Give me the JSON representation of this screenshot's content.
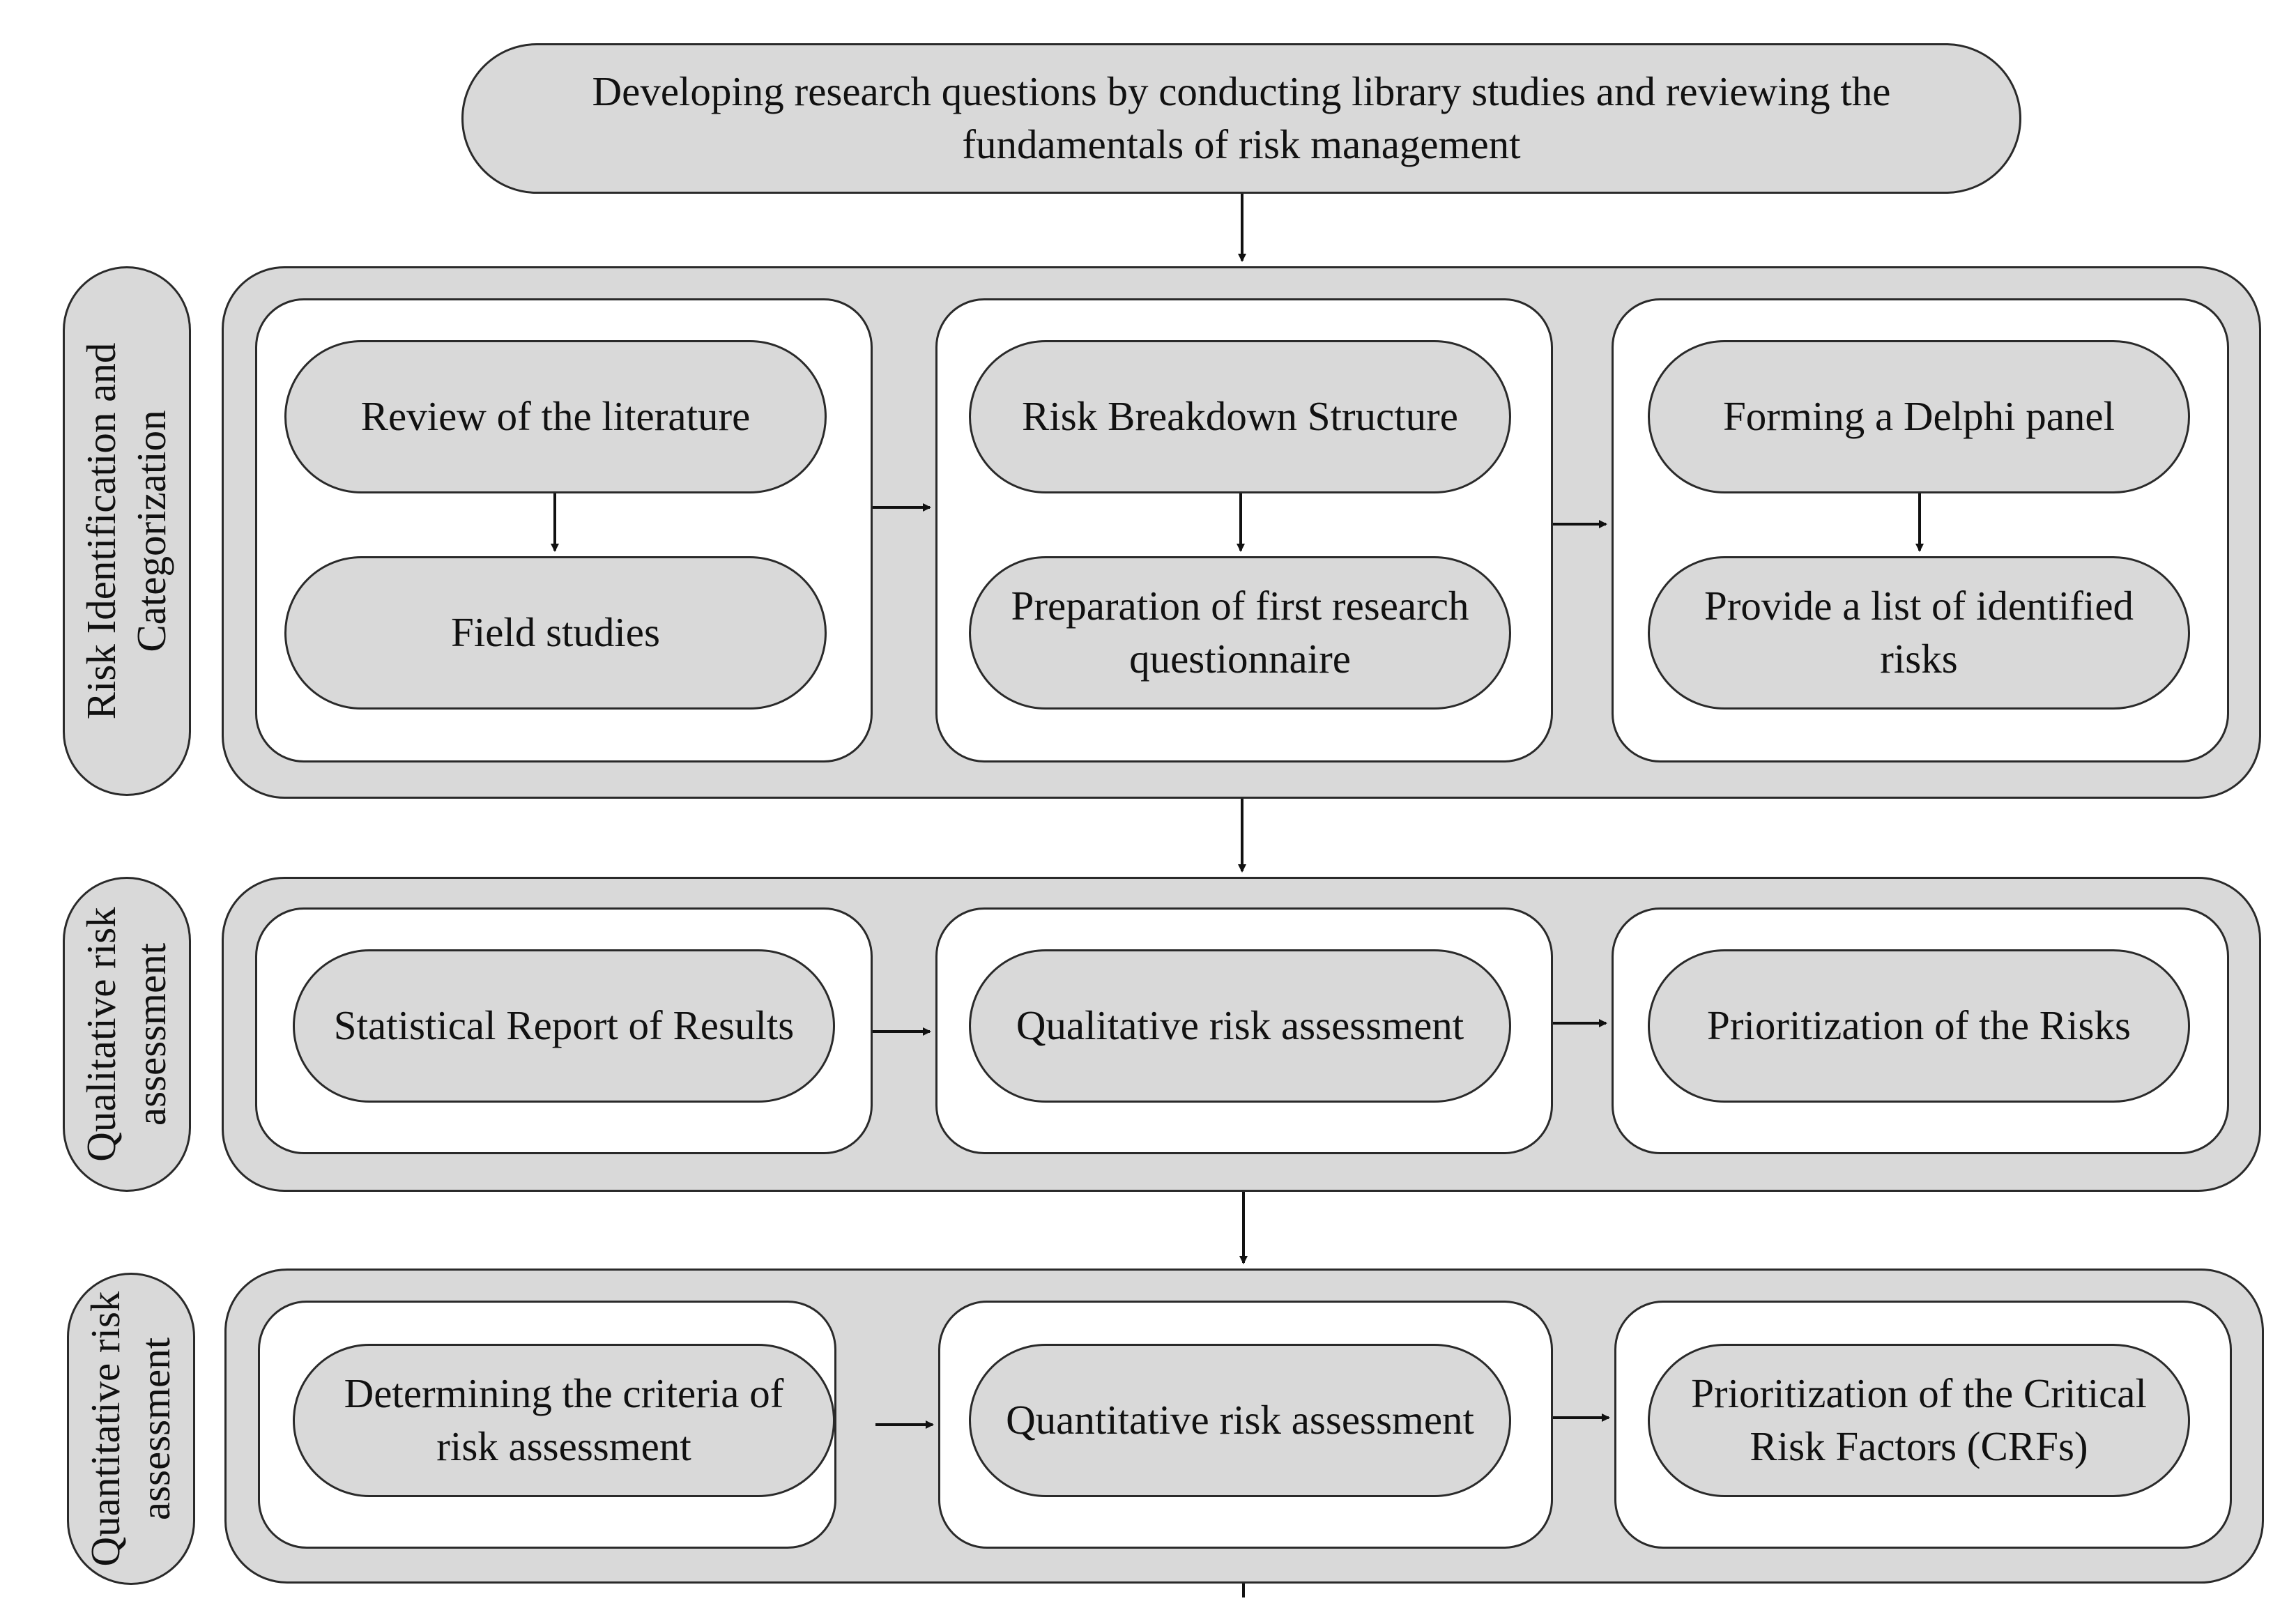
{
  "title": "Developing research questions by conducting library studies and reviewing the fundamentals of risk management",
  "stages": [
    {
      "label": "Risk Identification and Categorization",
      "groups": [
        [
          "Review of the literature",
          "Field studies"
        ],
        [
          "Risk Breakdown Structure",
          "Preparation of first research questionnaire"
        ],
        [
          "Forming a Delphi panel",
          "Provide a list of identified risks"
        ]
      ]
    },
    {
      "label": "Qualitative risk assessment",
      "groups": [
        [
          "Statistical Report of Results"
        ],
        [
          "Qualitative risk assessment"
        ],
        [
          "Prioritization of the Risks"
        ]
      ]
    },
    {
      "label": "Quantitative risk assessment",
      "groups": [
        [
          "Determining the criteria of risk assessment"
        ],
        [
          "Quantitative risk assessment"
        ],
        [
          "Prioritization of the Critical Risk Factors (CRFs)"
        ]
      ]
    }
  ]
}
